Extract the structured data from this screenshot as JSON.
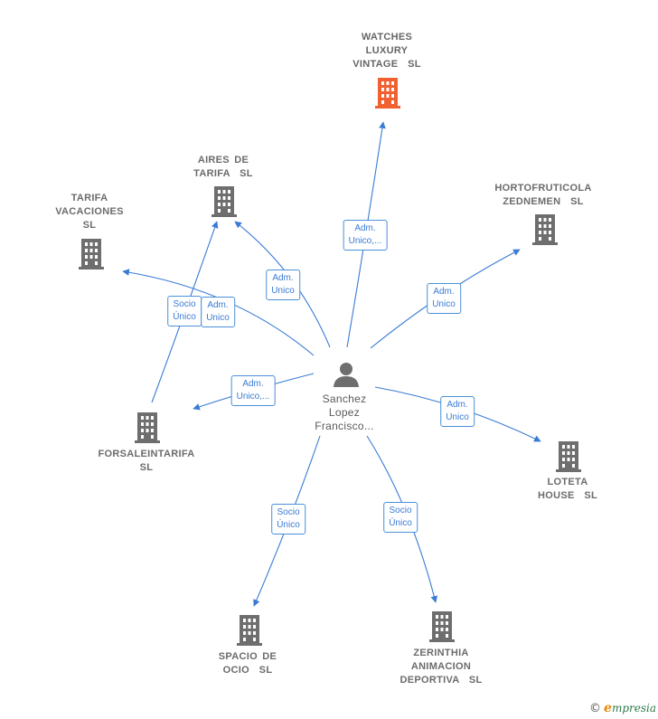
{
  "colors": {
    "edge": "#3a7bd5",
    "building": "#6e6e6e",
    "building_highlight": "#f06030",
    "person": "#6e6e6e"
  },
  "center": {
    "name": "Sanchez\nLopez\nFrancisco...",
    "icon": "person-icon"
  },
  "companies": [
    {
      "id": "watches",
      "name": "WATCHES\nLUXURY\nVINTAGE  SL",
      "icon": "building-icon",
      "highlight": true
    },
    {
      "id": "aires",
      "name": "AIRES DE\nTARIFA  SL",
      "icon": "building-icon"
    },
    {
      "id": "tarifa",
      "name": "TARIFA\nVACACIONES\nSL",
      "icon": "building-icon"
    },
    {
      "id": "horto",
      "name": "HORTOFRUTICOLA\nZEDNEMEN  SL",
      "icon": "building-icon"
    },
    {
      "id": "forsale",
      "name": "FORSALEINTARIFA\nSL",
      "icon": "building-icon"
    },
    {
      "id": "loteta",
      "name": "LOTETA\nHOUSE  SL",
      "icon": "building-icon"
    },
    {
      "id": "spacio",
      "name": "SPACIO DE\nOCIO  SL",
      "icon": "building-icon"
    },
    {
      "id": "zerinthia",
      "name": "ZERINTHIA\nANIMACION\nDEPORTIVA  SL",
      "icon": "building-icon"
    }
  ],
  "relations": [
    {
      "label": "Adm.\nUnico,..."
    },
    {
      "label": "Adm.\nUnico"
    },
    {
      "label": "Adm.\nUnico"
    },
    {
      "label": "Socio\nÚnico"
    },
    {
      "label": "Adm.\nUnico"
    },
    {
      "label": "Adm.\nUnico,..."
    },
    {
      "label": "Adm.\nUnico"
    },
    {
      "label": "Socio\nÚnico"
    },
    {
      "label": "Socio\nÚnico"
    }
  ],
  "footer": {
    "copyright": "©",
    "brand_initial": "e",
    "brand_rest": "mpresia"
  }
}
